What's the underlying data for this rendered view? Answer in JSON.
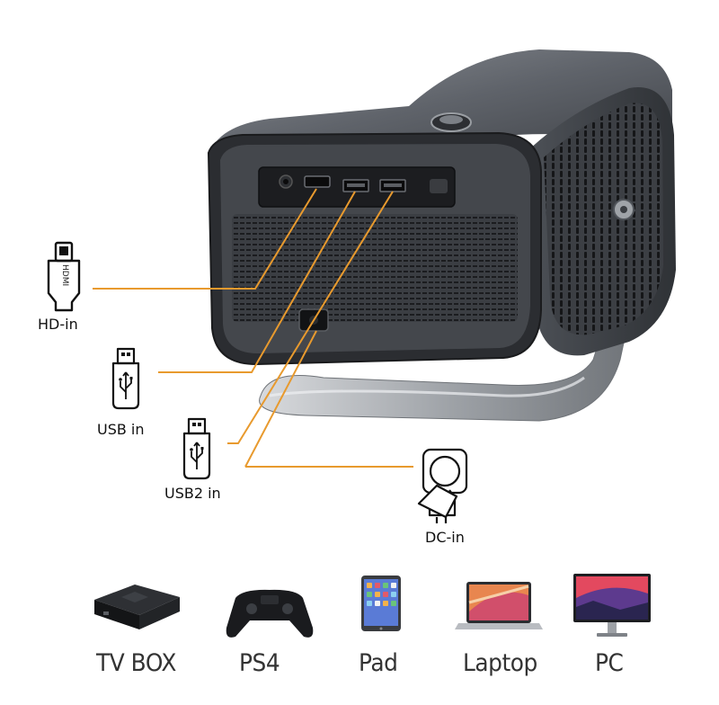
{
  "ports": {
    "hdmi": {
      "label": "HD-in",
      "plug_text": "HDMI",
      "icon": "hdmi-plug-icon"
    },
    "usb1": {
      "label": "USB in",
      "icon": "usb-plug-icon"
    },
    "usb2": {
      "label": "USB2 in",
      "icon": "usb-plug-icon"
    },
    "dc": {
      "label": "DC-in",
      "icon": "power-socket-icon"
    }
  },
  "devices": [
    {
      "label": "TV BOX",
      "icon": "tv-box-icon"
    },
    {
      "label": "PS4",
      "icon": "gamepad-icon"
    },
    {
      "label": "Pad",
      "icon": "tablet-icon"
    },
    {
      "label": "Laptop",
      "icon": "laptop-icon"
    },
    {
      "label": "PC",
      "icon": "monitor-icon"
    }
  ],
  "colors": {
    "connector_line": "#E89A2E",
    "projector_body": "#5c6066",
    "label_text": "#111111"
  }
}
